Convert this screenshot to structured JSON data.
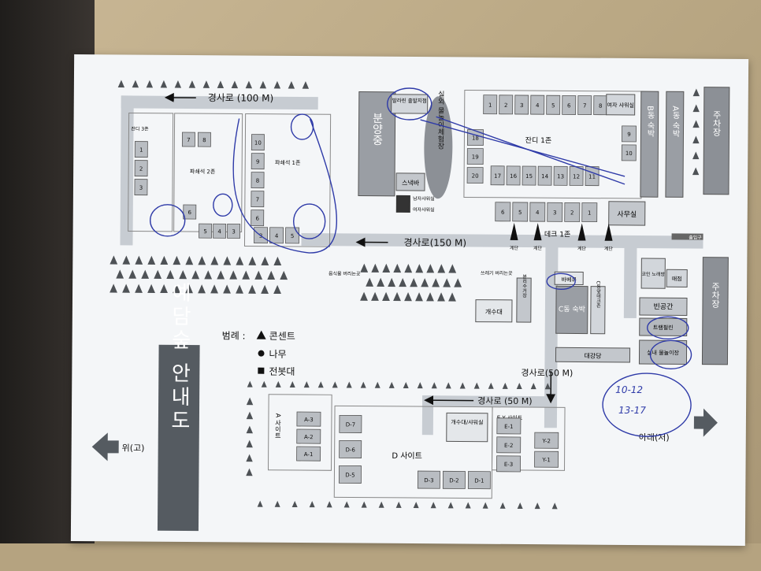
{
  "labels": {
    "road_top": "경사로 (100 M)",
    "road_mid": "경사로(150 M)",
    "road_c": "경사로(50 M)",
    "road_bottom": "경사로 (50 M)",
    "bunyang": "분양중",
    "ballet": "발라린 출발지점",
    "mud": "실외 물놀이체험장",
    "snackbar": "스낵바",
    "men_shower": "남자샤워실",
    "women_shower": "여자샤워실",
    "women_shower2": "여자 샤워실",
    "lawn1": "잔디 1존",
    "lawn3": "잔디 3존",
    "deck1": "데크 1존",
    "pacheok1": "파쇄석 1존",
    "pacheok2": "파쇄석 2존",
    "b_dong": "B동 숙박",
    "a_dong": "A동 숙박",
    "parking": "주차장",
    "samuosil": "사무실",
    "entrance": "출입구",
    "coin": "코인 노래방",
    "mecha": "매점",
    "empty": "빈공간",
    "tramp": "트램펄린",
    "indoor": "실내 물놀이장",
    "c_dong": "C동 숙박",
    "c_deck": "C동앞데크존",
    "daegang": "대강당",
    "bunrisu": "분리수거장",
    "gyesu": "개수대",
    "gyesu2": "개수대/샤워실",
    "trash": "쓰레기 버리는곳",
    "waste": "음식물 버리는곳",
    "a_site": "A 사이트",
    "d_site": "D 사이트",
    "ey_site": "E,Y 사이트",
    "stairs": "계단",
    "bbq": "바베큐",
    "up": "위(고)",
    "down": "아래(저)",
    "title": "예담숲 안내도",
    "note1": "10-12",
    "note2": "13-17"
  },
  "legend": {
    "title": "범례 :",
    "items": [
      "콘센트",
      "나무",
      "전봇대"
    ]
  },
  "lawn1_sites": [
    "1",
    "2",
    "3",
    "4",
    "5",
    "6",
    "7",
    "8"
  ],
  "lawn1_right": [
    "9",
    "10"
  ],
  "lawn1_row2": [
    "17",
    "16",
    "15",
    "14",
    "13",
    "12",
    "11"
  ],
  "lawn1_col": [
    "18",
    "19",
    "20"
  ],
  "deck1_sites": [
    "6",
    "5",
    "4",
    "3",
    "2",
    "1"
  ],
  "pacheok1_col": [
    "10",
    "9",
    "8",
    "7",
    "6"
  ],
  "pacheok1_bottom": [
    "5",
    "4",
    "3"
  ],
  "pacheok2_sites": [
    "7",
    "8",
    "6",
    "5",
    "4",
    "3"
  ],
  "lawn3_sites": [
    "1",
    "2",
    "3"
  ],
  "a_sites": [
    "A-3",
    "A-2",
    "A-1"
  ],
  "d_left": [
    "D-7",
    "D-6",
    "D-5"
  ],
  "d_bottom": [
    "D-3",
    "D-2",
    "D-1"
  ],
  "e_sites": [
    "E-1",
    "E-2",
    "E-3"
  ],
  "y_sites": [
    "Y-2",
    "Y-1"
  ]
}
